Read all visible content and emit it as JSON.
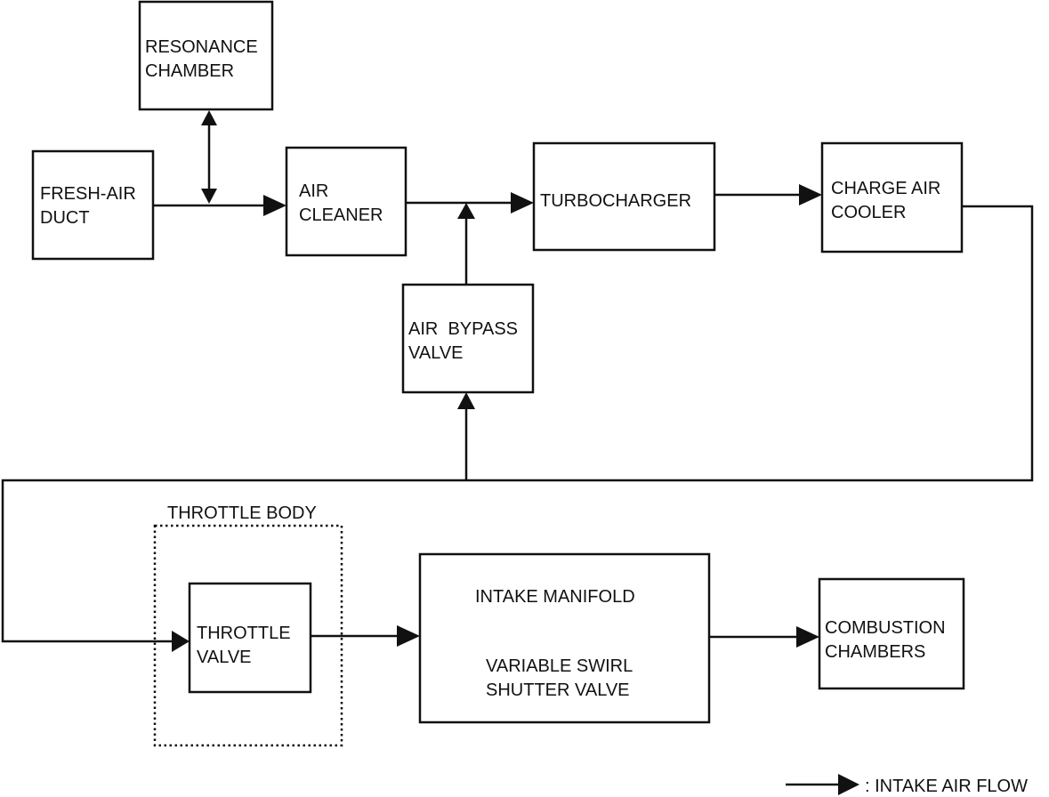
{
  "components": {
    "resonance_chamber": {
      "line1": "RESONANCE",
      "line2": "CHAMBER"
    },
    "fresh_air_duct": {
      "line1": "FRESH-AIR",
      "line2": "DUCT"
    },
    "air_cleaner": {
      "line1": "AIR",
      "line2": "CLEANER"
    },
    "turbocharger": {
      "line1": "TURBOCHARGER"
    },
    "charge_air_cooler": {
      "line1": "CHARGE AIR",
      "line2": "COOLER"
    },
    "air_bypass_valve": {
      "line1": "AIR  BYPASS",
      "line2": "VALVE"
    },
    "throttle_body": {
      "label": "THROTTLE BODY"
    },
    "throttle_valve": {
      "line1": "THROTTLE",
      "line2": "VALVE"
    },
    "intake_manifold": {
      "label": "INTAKE MANIFOLD"
    },
    "variable_swirl_shutter_valve": {
      "line1": "VARIABLE SWIRL",
      "line2": "SHUTTER VALVE"
    },
    "combustion_chambers": {
      "line1": "COMBUSTION",
      "line2": "CHAMBERS"
    }
  },
  "legend": {
    "label": ": INTAKE AIR FLOW",
    "symbol": "arrow-icon"
  }
}
